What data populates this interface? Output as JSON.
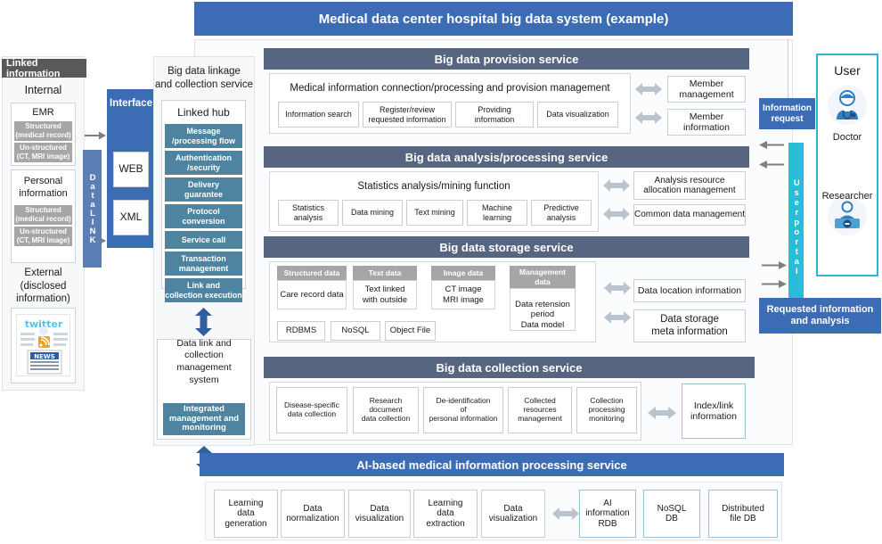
{
  "title": "Medical data center hospital big data system (example)",
  "left": {
    "tab_label": "Linked information",
    "internal_label": "Internal",
    "external_label": "External\n(disclosed information)",
    "sources": [
      {
        "name": "EMR",
        "structured": "Structured\n(medical record)",
        "unstructured": "Un-structured\n(CT, MRI image)"
      },
      {
        "name": "Personal\ninformation",
        "structured": "Structured\n(medical record)",
        "unstructured": "Un-structured\n(CT, MRI image)"
      }
    ],
    "external_thumb_alt": "twitter-news-thumbnail",
    "data_link_label": "DataLINK",
    "interface_label": "Interface",
    "interface_items": [
      "WEB",
      "XML"
    ]
  },
  "linkage": {
    "title": "Big data linkage\nand collection service",
    "hub_title": "Linked hub",
    "hub_items": [
      "Message\n/processing flow",
      "Authentication\n/security",
      "Delivery\nguarantee",
      "Protocol\nconversion",
      "Service call",
      "Transaction\nmanagement",
      "Link and\ncollection execution"
    ],
    "mgmt_title": "Data link and\ncollection management\nsystem",
    "mgmt_item": "Integrated\nmanagement and\nmonitoring"
  },
  "provision": {
    "header": "Big data provision service",
    "panel_title": "Medical information connection/processing and provision management",
    "items": [
      "Information search",
      "Register/review\nrequested information",
      "Providing\ninformation",
      "Data visualization"
    ],
    "side": [
      "Member\nmanagement",
      "Member\ninformation"
    ]
  },
  "analysis": {
    "header": "Big data analysis/processing service",
    "panel_title": "Statistics analysis/mining function",
    "items": [
      "Statistics\nanalysis",
      "Data mining",
      "Text mining",
      "Machine\nlearning",
      "Predictive\nanalysis"
    ],
    "side": [
      "Analysis resource\nallocation management",
      "Common data management"
    ]
  },
  "storage": {
    "header": "Big data storage service",
    "groups": [
      {
        "caption": "Structured data",
        "body": "Care record data"
      },
      {
        "caption": "Text data",
        "body": "Text linked\nwith outside"
      },
      {
        "caption": "Image data",
        "body": "CT image\nMRI image"
      },
      {
        "caption": "Management\ndata",
        "body": "Data retension\nperiod\nData model"
      }
    ],
    "dbs": [
      "RDBMS",
      "NoSQL",
      "Object File"
    ],
    "side": [
      "Data location information",
      "Data storage\nmeta information"
    ]
  },
  "collection": {
    "header": "Big data collection service",
    "items": [
      "Disease-specific\ndata collection",
      "Research\ndocument\ndata collection",
      "De-identification\nof\npersonal information",
      "Collected\nresources\nmanagement",
      "Collection\nprocessing\nmonitoring"
    ],
    "side": "Index/link\ninformation"
  },
  "user": {
    "title": "User",
    "roles": [
      "Doctor",
      "Researcher"
    ],
    "info_request": "Information\nrequest",
    "portal_label": "Userportal",
    "requested": "Requested information\nand analysis"
  },
  "ai": {
    "header": "AI-based medical information processing service",
    "items": [
      "Learning\ndata\ngeneration",
      "Data\nnormalization",
      "Data\nvisualization",
      "Learning\ndata\nextraction",
      "Data\nvisualization"
    ],
    "dbs": [
      "AI\ninformation\nRDB",
      "NoSQL\nDB",
      "Distributed\nfile DB"
    ]
  },
  "colors": {
    "title_blue": "#3c6cb4",
    "section_header": "#566580",
    "steel": "#4e84a0",
    "grey": "#a6a6a6",
    "cyan": "#29bcd8",
    "dark_tab": "#595959"
  }
}
